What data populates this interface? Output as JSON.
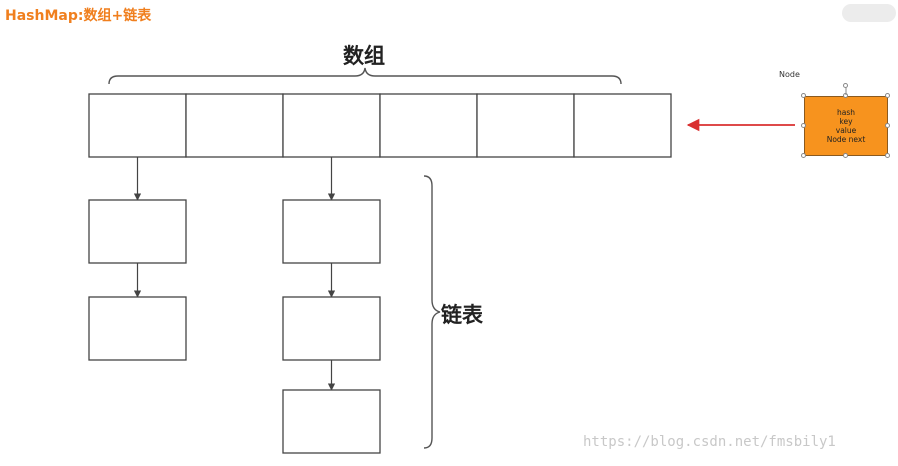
{
  "header": {
    "title": "HashMap:数组+链表"
  },
  "diagram": {
    "array_label": "数组",
    "linked_list_label": "链表",
    "array_slot_count": 6,
    "chain_lengths": [
      2,
      0,
      3,
      0,
      0,
      0
    ]
  },
  "node": {
    "caption": "Node",
    "fields": [
      "hash",
      "key",
      "value",
      "Node next"
    ],
    "color": "#f7931e"
  },
  "arrow_color": "#d93030",
  "watermark": "https://blog.csdn.net/fmsbily1"
}
